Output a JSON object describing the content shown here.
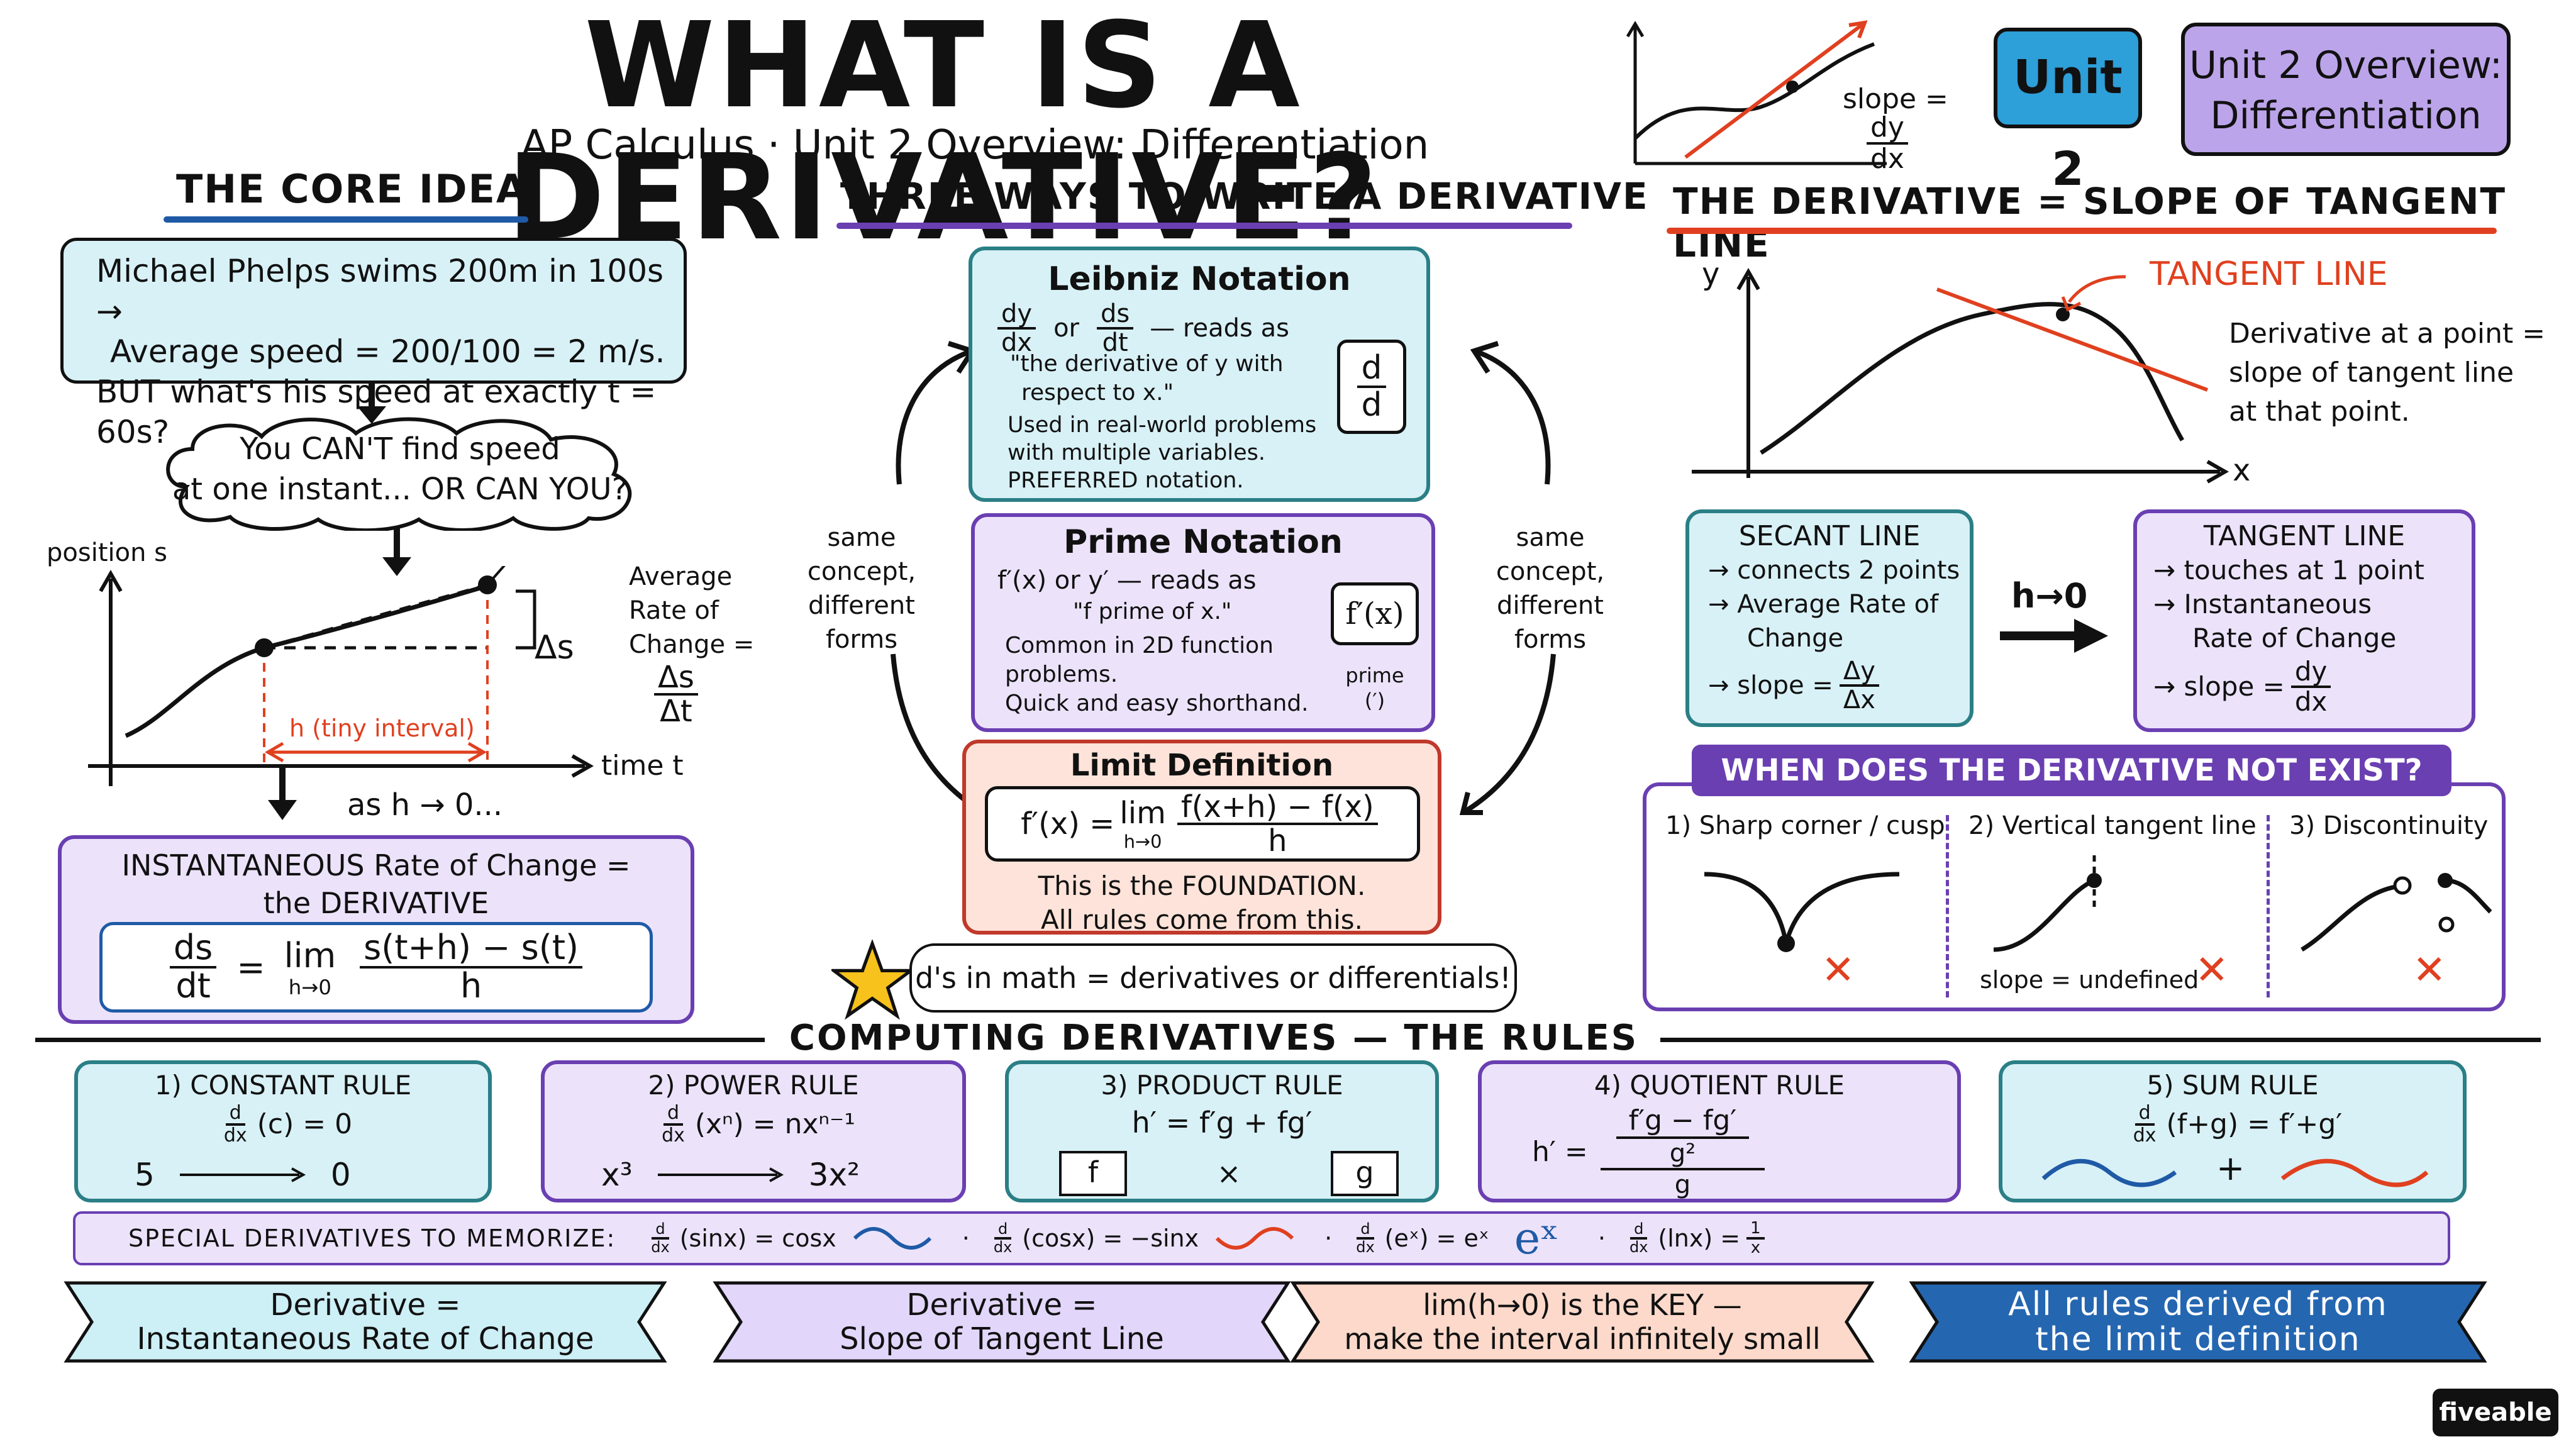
{
  "header": {
    "title": "WHAT IS A DERIVATIVE?",
    "subtitle": "AP Calculus · Unit 2 Overview: Differentiation",
    "slope_label": "slope =",
    "slope_num": "dy",
    "slope_den": "dx",
    "badge_unit": "Unit 2",
    "badge_overview_l1": "Unit 2 Overview:",
    "badge_overview_l2": "Differentiation"
  },
  "core": {
    "heading": "THE CORE IDEA",
    "phelps_l1": "Michael Phelps swims 200m in 100s →",
    "phelps_l2": "Average speed = 200/100 = 2 m/s.",
    "phelps_l3": "BUT what's his speed at exactly t = 60s?",
    "cloud_l1": "You CAN'T find speed",
    "cloud_l2": "at one instant... OR CAN YOU?",
    "y_axis": "position s",
    "x_axis": "time t",
    "delta_s": "Δs",
    "interval": "h (tiny interval)",
    "avg_l1": "Average",
    "avg_l2": "Rate of",
    "avg_l3": "Change =",
    "avg_num": "Δs",
    "avg_den": "Δt",
    "as_h": "as h → 0...",
    "inst_l1": "INSTANTANEOUS Rate of Change =",
    "inst_l2": "the DERIVATIVE",
    "inst_lhs_num": "ds",
    "inst_lhs_den": "dt",
    "inst_eq": "=",
    "inst_lim": "lim",
    "inst_lim_sub": "h→0",
    "inst_num": "s(t+h) − s(t)",
    "inst_den": "h"
  },
  "ways": {
    "heading": "THREE WAYS TO WRITE A DERIVATIVE",
    "side_l1": "same",
    "side_l2": "concept,",
    "side_l3": "different",
    "side_l4": "forms",
    "leibniz_title": "Leibniz Notation",
    "leibniz_dy": "dy",
    "leibniz_dx": "dx",
    "leibniz_or": "or",
    "leibniz_ds": "ds",
    "leibniz_dt": "dt",
    "leibniz_reads": "— reads as",
    "leibniz_q1": "\"the derivative of y with",
    "leibniz_q2": "respect to x.\"",
    "leibniz_u1": "Used in real-world problems",
    "leibniz_u2": "with multiple variables.",
    "leibniz_u3": "PREFERRED notation.",
    "leibniz_icon_top": "d",
    "leibniz_icon_bot": "d",
    "prime_title": "Prime Notation",
    "prime_l1": "f′(x) or y′ — reads as",
    "prime_l2": "\"f prime of x.\"",
    "prime_l3": "Common in 2D function",
    "prime_l4": "problems.",
    "prime_l5": "Quick and easy shorthand.",
    "prime_icon": "f′(x)",
    "prime_caption_l1": "prime",
    "prime_caption_l2": "(′)",
    "limit_title": "Limit Definition",
    "limit_lhs": "f′(x) =",
    "limit_lim": "lim",
    "limit_sub": "h→0",
    "limit_num": "f(x+h) − f(x)",
    "limit_den": "h",
    "limit_l1": "This is the FOUNDATION.",
    "limit_l2": "All rules come from this.",
    "note": "d's in math = derivatives or differentials!"
  },
  "tangent": {
    "heading": "THE DERIVATIVE = SLOPE OF TANGENT LINE",
    "y_axis": "y",
    "x_axis": "x",
    "tangent_label": "TANGENT LINE",
    "desc_l1": "Derivative at a point =",
    "desc_l2": "slope of tangent line",
    "desc_l3": "at that point.",
    "secant_title": "SECANT LINE",
    "secant_l1": "→ connects 2 points",
    "secant_l2": "→ Average Rate of",
    "secant_l3": "Change",
    "secant_slope": "→ slope =",
    "secant_num": "Δy",
    "secant_den": "Δx",
    "arrow_label": "h→0",
    "tan_title": "TANGENT LINE",
    "tan_l1": "→ touches at 1 point",
    "tan_l2": "→ Instantaneous",
    "tan_l3": "Rate of Change",
    "tan_slope": "→ slope =",
    "tan_num": "dy",
    "tan_den": "dx",
    "ne_heading": "WHEN DOES THE DERIVATIVE NOT EXIST?",
    "ne_1": "1) Sharp corner / cusp",
    "ne_2": "2) Vertical tangent line",
    "ne_3": "3) Discontinuity",
    "ne_undefined": "slope = undefined",
    "ne_x": "✕"
  },
  "rules": {
    "heading": "COMPUTING DERIVATIVES — THE RULES",
    "r1_title": "1) CONSTANT RULE",
    "r1_formula": "(c) = 0",
    "r1_ex_left": "5",
    "r1_ex_right": "0",
    "r2_title": "2) POWER RULE",
    "r2_formula": "(xⁿ) = nxⁿ⁻¹",
    "r2_ex_left": "x³",
    "r2_ex_right": "3x²",
    "r3_title": "3) PRODUCT RULE",
    "r3_formula": "h′ = f′g + fg′",
    "r3_f": "f",
    "r3_times": "×",
    "r3_g": "g",
    "r4_title": "4) QUOTIENT RULE",
    "r4_lhs": "h′ =",
    "r4_num": "f′g − fg′",
    "r4_mid": "g²",
    "r4_den": "g",
    "r5_title": "5) SUM RULE",
    "r5_formula": "(f+g) = f′+g′",
    "r5_plus": "+",
    "d": "d",
    "dx": "dx"
  },
  "special": {
    "label": "SPECIAL DERIVATIVES TO MEMORIZE:",
    "s1": "(sinx) = cosx",
    "s2": "(cosx) = −sinx",
    "s3": "(eˣ) = eˣ",
    "s3_icon": "eˣ",
    "s4": "(lnx) =",
    "s4_num": "1",
    "s4_den": "x",
    "dot": "·"
  },
  "banners": {
    "b1_l1": "Derivative =",
    "b1_l2": "Instantaneous Rate of Change",
    "b2_l1": "Derivative =",
    "b2_l2": "Slope of Tangent Line",
    "b3_l1": "lim(h→0) is the KEY —",
    "b3_l2": "make the interval infinitely small",
    "b4_l1": "All rules derived from",
    "b4_l2": "the limit definition"
  },
  "brand": {
    "logo": "fiveable"
  },
  "colors": {
    "cyan_fill": "#d8f1f6",
    "purple_fill": "#ece3fb",
    "peach_fill": "#fde3d9",
    "teal_border": "#2b7f86",
    "purple_border": "#6a3fb2",
    "red_border": "#c0392b",
    "badge_blue": "#2d9fd9",
    "badge_purple": "#bca4ea",
    "accent_red": "#e0401f",
    "navy": "#1f5aa6"
  }
}
